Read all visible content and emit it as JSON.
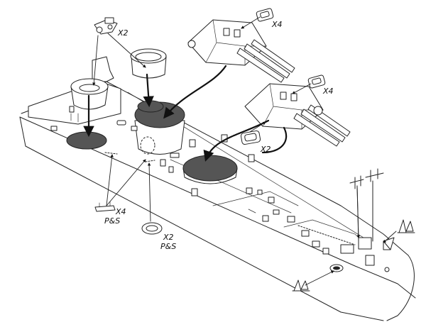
{
  "labels": {
    "top_turret_count": "X4",
    "mid_turret_count": "X4",
    "director_count": "X2",
    "base_ring_count": "X2",
    "hatch_count": "X2",
    "hatch_note": "P&S",
    "vent_count": "X4",
    "vent_note": "P&S"
  },
  "colors": {
    "ink": "#222222",
    "paper": "#ffffff",
    "hatch_fill": "#555555"
  },
  "icons": {
    "arrow": "arrow-icon",
    "turret": "gun-turret-icon",
    "anchor": "anchor-icon"
  }
}
